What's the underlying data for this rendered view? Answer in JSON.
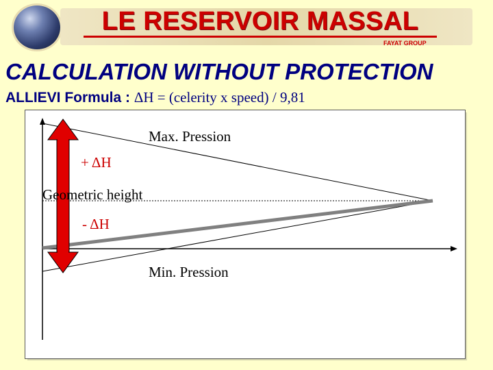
{
  "header": {
    "title": "LE RESERVOIR MASSAL",
    "brand": "FAYAT GROUP"
  },
  "slide": {
    "title": "CALCULATION WITHOUT PROTECTION",
    "formula_prefix": "ALLIEVI Formula : ",
    "formula_expr": "ΔH = (celerity x speed) / 9,81"
  },
  "diagram": {
    "max_label": "Max. Pression",
    "plus_label": "+ ΔH",
    "geometric_label": "Geometric height",
    "minus_label": "- ΔH",
    "min_label": "Min. Pression"
  },
  "colors": {
    "background": "#ffffcc",
    "title": "#000080",
    "banner_text": "#cc0000",
    "arrow": "#e00000",
    "line": "#808080"
  }
}
